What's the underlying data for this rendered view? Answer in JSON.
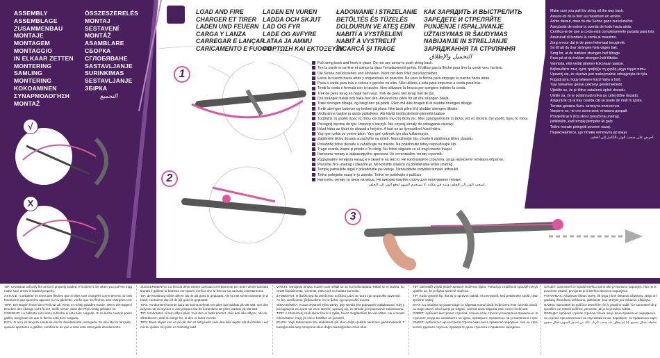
{
  "assembly": {
    "col1": [
      "ASSEMBLY",
      "ASSEMBLAGE",
      "ZUSAMMENBAU",
      "MONTAJE",
      "MONTAGEM",
      "MONTAGGIO",
      "IN ELKAAR ZETTEN",
      "MONTERING",
      "SAMLING",
      "MONTERING",
      "KOKOAMINEN",
      "ΣΥΝΑΡΜΟΛΟΓΗΣΗ",
      "MONTAŽ"
    ],
    "col2": [
      "ÖSSZESZERELÉS",
      "MONTAJ",
      "SESTAVENÍ",
      "MONTÁŽ",
      "ASAMBLARE",
      "СБОРКА",
      "СГЛОБЯВАНЕ",
      "SASTAVLJANJE",
      "SURINKIMAS",
      "SESTAVLJANJE",
      "ЗБІРКА"
    ],
    "col2_arabic": "التجميع"
  },
  "load_fire": {
    "col1": [
      "LOAD AND FIRE",
      "CHARGER ET TIRER",
      "LADEN UND FEUERN",
      "CARGA Y LANZA",
      "CARREGAR E LANÇAR",
      "CARICAMENTO E FUOCO"
    ],
    "col2": [
      "LADEN EN VUREN",
      "LADDA OCH SKJUT",
      "LAD OG FYR",
      "LADE OG AVFYRE",
      "LATAA JA AMMU",
      "ΦΟΡΤΩΣΗ ΚΑΙ ΕΚΤΟΞΕΥΣΗ"
    ],
    "col3": [
      "ŁADOWANIE I STRZELANIE",
      "BETÖLTÉS ÉS TÜZELÉS",
      "DOLDURUN VE ATEŞ EDİN",
      "NABITÍ A VYSTŘELENÍ",
      "NABIŤ A VYSTRELIŤ",
      "ÎNCARCĂ ŞI TRAGE"
    ],
    "col4": [
      "КАК ЗАРЯДИТЬ И ВЫСТРЕЛИТЬ",
      "ЗАРЕДЕТЕ И СТРЕЛЯЙТЕ",
      "PUNJENJE I ISPALJIVANJE",
      "UŽTAISYMAS IR ŠAUDYMAS",
      "NABIJANJE IN STRELJANJE",
      "ЗАРЯДЖАННЯ ТА СТРІЛЯННЯ"
    ],
    "col4_arabic": "التحميل والإطلاق"
  },
  "safety": [
    "Make sure you pull the string all the way back.",
    "Assure-toi de la tirer au maximum en arrière.",
    "Achte darauf, dass du die Sehne ganz zurückziehst.",
    "Asegúrate de estirar la cuerda del todo hacia atrás.",
    "Certifica-te de que a corda está completamente puxada para trás.",
    "Assicurati di tendere la corda al massimo.",
    "Zorg ervoor dat je de pees helemaal terugtrekt.",
    "Se till att du drar strängen hela vägen bak.",
    "Sørg for, at du trækker strengen helt tilbage.",
    "Pass på at du trekker strengen helt tilbake.",
    "Varmista, että vedät jänteen kokonaan taakse.",
    "Βεβαιωθείτε πως έχετε τραβήξει τη χορδή μέχρι τέρμα πίσω.",
    "Upewnij się, że cięciwa jest maksymalnie odciągnięta do tyłu.",
    "Fogadj arra, hogy teljesen húzd hátra a húrt.",
    "Yayı tamamen geriye çekmeyi gerekmektedir.",
    "Ujistěte se, že je tětiva zatažená úplně dozadu.",
    "Uistite sa, že je potiahnutá tetiva po celej dĺžke dozadu.",
    "Asigură-te că ai tras coarda cât se poate de mult în spate.",
    "Тетива должна быть натянута полностью.",
    "Уверете се, че сте изтеглили тетивата докрай.",
    "Provjerite je li žica skroz povučena unatrag.",
    "Įsitikinkite, kad templę įtempėte iki galo.",
    "Tetivo morate potegniti povsem nazaj.",
    "Переконайтеся, що тятива натягнута до кінця."
  ],
  "safety_arabic": "احرص على سحب الوتر بالكامل إلى الخلف.",
  "instructions": [
    "Pull string back and hook in place. Do not use arrow to push string back.",
    "Tire la corde en arrière et coince-la dans l'emplacement prévu. N'utilise pas la flèche pour tirer la corde vers l'arrière.",
    "Die Sehne zurückziehen und einhaken. Nicht mit dem Pfeil zurückschieben.",
    "Estira la cuerda hacia atrás y engánchala en posición. No uses la flecha para empujar la cuerda hacia atrás.",
    "Puxa a corda para trás e coloca o gancho no sítio. Não utilizes a seta para empurrar a corda para trás.",
    "Tendi la corda e fermala con le tacche. Non utilizzare la freccia per spingere indietro la corda.",
    "Trek de pees terug en haak hem vast. Trek de pees niet terug met de pijl.",
    "Dra strängen bakåt och haka fast den. Använd inte pilen för att dra strängen bakåt.",
    "Træk strengen tilbage, og hægt den på plads. Pilen må ikke bruges til at skubbe strengen tilbage.",
    "Trekk strengen bakover og kroken på plass. Ikke bruk pilen til å skubbe strengen tilbake.",
    "Vedä jänne taakse ja aseta paikalleen. Älä käytä nuolta jäntteän jännettä taakse.",
    "Τραβήξτε τη χορδή προς τα πίσω και πιάστε την στη θέση της. Μην χρησιμοποιείτε το βέλος για να πιέσετε την χορδή προς τα πίσω.",
    "Pociągnij cięciwę do tyłu i zaczep o haczyk. Nie używaj strzały do odciągania cięciwy.",
    "Húzd hátra az íjhúrt és akaszd a helyére. A húrt ne az íjvesszővel húzd hátra.",
    "Yayı geri çekin ve yerine takın. Yayı geri çekmek için oku kullanmayın.",
    "Zatáhněte tětivu dozadu a zachyťte na místě. Nepoužívejte šíp, chcete-li zatáhnout tětivu dozadu.",
    "Potiahnite tetivu dozadu a zaháčkujte na mieste. Na potiahnutie tetivy nepoužívajte šíp.",
    "Trage coarda înapoi şi prinde-o în cârlig. Nu folosi săgeata ca să tragi coarda înapoi.",
    "Натяните тетиву и зафиксируйте крючком. Не оттягивайте тетиву стрелой.",
    "Издърпайте тетивата назад и я окачете на място. Не използвайте стрелата, за да натиснете тетивата обратно.",
    "Povucite žicu unatrag i zakačite je. Ne koristite strjelicu za potiskivanje tetive unatrag.",
    "Templę patraukite atgal ir prikabinkite jos vietoje. Nenaudokite rodyklės templei atitraukti.",
    "Tetivo potegnite nazaj in jo zapnite. Tetive ne potiskajte s puščico.",
    "Натягніть тятиву та гачок на місце. Не використовуйте стрілу для натягування тятиви."
  ],
  "instructions_arabic": "اسحب الوتر إلى الخلف وثبته في مكانه. لا تستخدم السهم لدفع الوتر إلى الخلف.",
  "step_numbers": [
    "1",
    "2",
    "3"
  ],
  "marks": {
    "correct": "√",
    "wrong": "X"
  },
  "tips": {
    "col1": [
      "TIP: Crossbow will only fire arrow if properly loaded. If it doesn't fire when you pull the trigger,",
      "make sure arrow is loaded properly.",
      "ASTUCE : L'arbalète ne tirera des flèches que si elles sont chargées correctement. Si l'arbalète ne",
      "fonctionne pas quand tu appuies sur la gâchette, vérifie que les flèches sont chargées correctement.",
      "TIPP: Der Bogen feuert den Pfeil nur ab, wenn er richtig geladen wurde. Wenn der Bogen beim",
      "Drücken des Abzugs nicht feuert, stelle sicher, dass der Pfeil richtig geladen ist.",
      "CONSEJO: La ballesta solo lanza la flecha si está bien cargada. Si no lanza cuando presionas el",
      "gatillo, asegúrate de que la flecha está bien cargada.",
      "DICA: O arco só lançará a seta se ela for devidamente carregada. Se ele não for lançada",
      "quando apertares o gatilho, certifica-te de que a seta está carregada devidamente."
    ],
    "col2": [
      "SUGGERIMENTO: La freccia deve essere caricata correttamente per poter venire lanciata. Se",
      "tirando il grilletto la balestra non spara, verifica che la freccia sia caricata correttamente.",
      "TIP: de kruisboog schiet alleen als de pijl goed is geplaatst. Als hij niet schiet wanneer je de trekker",
      "haalt, controleer dan of de pijl goed is geplaatst.",
      "TIPS: Armborstet kommer bara att kunna avfyras om pilen har laddats på rätt sätt. Om den inte",
      "avfyras när du trycker in avtryckaren ska du kontrollera att pilen laddats på rätt sätt.",
      "TIP: Armbrøsten vil kun affyre pilen, hvis den er ladet korrekt. Hvis den ikke affyrer, når du trykker på",
      "aftrækkeren, skal du sørge for, at den er ladet korrekt.",
      "TIPS: Buen skyter kun en pil når den er riktig ladd. Hvis den ikke skyter når du trekker i avtrekkeren,",
      "må du sjekke om pilen er ordentlig ladd."
    ],
    "col3": [
      "VINKKI: Varsijousi ampuu nuolen vain mikäli se on kunnolla ladattu. Mikäli se ei laukea, kun",
      "vedät liipaisimesta, varmista, että nuoli on ladattu kunnolla.",
      "ΣΥΜΒΟΥΛΗ: Η βαλλίστρα θα εκτοξεύσει το βέλος μόνο αν αυτό έχει φορτωθεί κανονικά.",
      "Αν δεν εκτοξεύεται, βεβαιωθείτε ότι το βέλος έχει φορτωθεί σωστά.",
      "WSKAZÓWKA: Kusza wystrzeli tylko wtedy, gdy strzała jest poprawnie załadowana. Gdy pomimo",
      "pociągnięcia za spust nie chce strzelić, upewnij się, że strzała jest poprawnie załadowana.",
      "TIPP: A számszeríj csak akkor lövi ki a nyilat, ha az megfelelően be van töltve. Ha a ravasz",
      "elhúzásakor, hogy jól van-e betöltve az íjvessző.",
      "İPUCU: Yaylı tabancanın oku atabilmesi için okun doğru şekilde takılması gerekmektedir. Tetiğe",
      "bastığınızda ateş etmiyorsa okun doğru takıldığından emin olun."
    ],
    "col4": [
      "TIP: Samostříl vypálí jedině správně vloženou šipku. Pokud po zmáčknutí spouště nevystřelí,",
      "ujistěte se, že je šipka správně vložená.",
      "TIP: Kuša vystrelí šíp, iba ak je správne nabitá. Ak nevystrelí, keď potiahnete spúšť, uistite sa, že je šíp",
      "správne nabitý.",
      "SFAT: Cu arbaleta se poate trage cu săgeata numai dacă încărcarea este corectă. Dacă arbaleta",
      "nu trage atunci când apeşi pe trăgaci, verifică dacă săgeata este corect încărcată.",
      "СОВЕТ: Арбалет выстрелит стрелой, только если стрела установлена правильно. Если он не",
      "стреляет, когда вы нажимаете на курок, проверьте, правильно ли установлена стрела.",
      "СЪВЕТ: Арбалетът ще изстреля стрела само ако е правилно заредена. Ако не стреля,",
      "когато дърпате спусъка, проверете дали стрелата е правилно заредена."
    ],
    "col5": [
      "SAVJET: Samostrel će ispaliti strelicu samo ako je ispravno napunjen. Ako ne ispali kada",
      "povučete okidač, provjerite je li strelica ispravno napunjena.",
      "PATARIMAS: Arbaletas iššaus strėlę, tik jeigu ji bus tinkamai užtaisyta. Jeigu arbaletas",
      "gaidukų ištrauktas neiššauna, įsitikinkite, kad strėlyte yra tinkamai užtaisyta.",
      "NAMIG: Samostrel bo puščico izstrelil le, če je pravilno nabit. Če samostrel ob pritisku na",
      "sprožilec ne izstreli puščice, preverite, ali je ta pravilno nabita.",
      "ПОРАДА: Арбалет стріляє стрілою тільки якщо вона правильно заряджена. Якщо арбалет",
      "не стріляє при натисканні на спусковий гачок, перевірте, чи правильно заряджена стріла."
    ],
    "col5_arabic": "تلميح: لن يطلق القوس السهم إلا إذا تم تحميله بشكل صحيح. إذا لم يطلق عند سحب الزناد، تأكد من تحميل السهم بشكل صحيح."
  }
}
